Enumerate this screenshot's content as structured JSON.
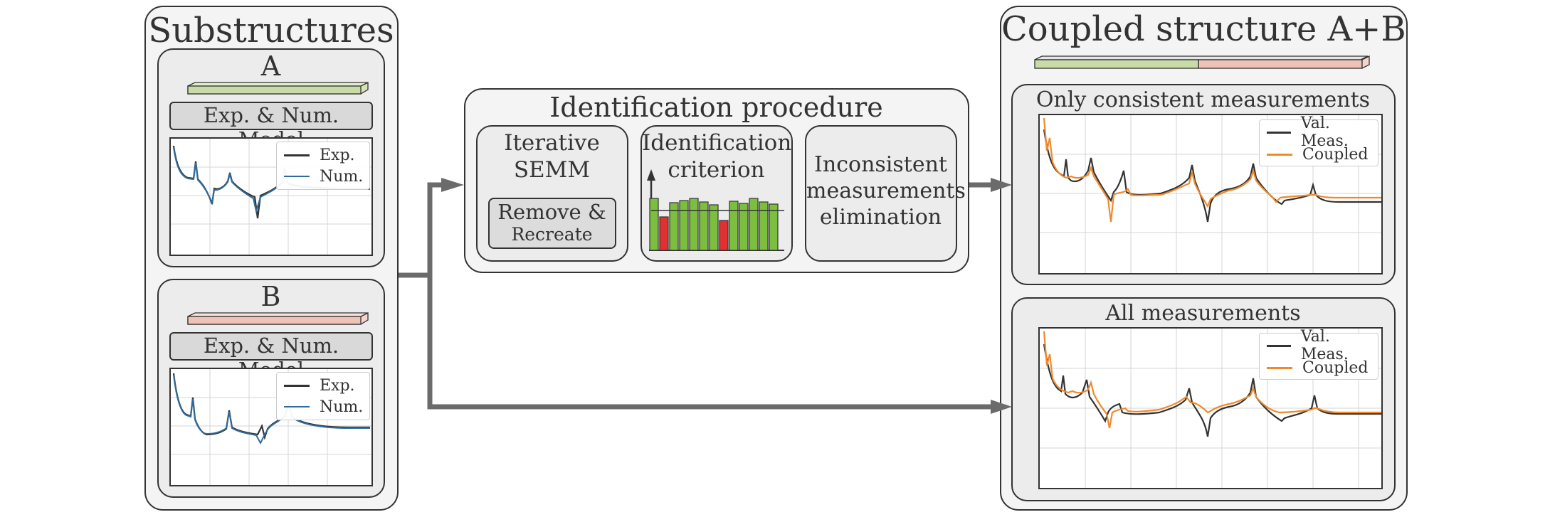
{
  "substructures": {
    "title": "Substructures",
    "a": {
      "label": "A",
      "model_label": "Exp. & Num. Model",
      "legend": [
        "Exp.",
        "Num."
      ]
    },
    "b": {
      "label": "B",
      "model_label": "Exp. & Num. Model",
      "legend": [
        "Exp.",
        "Num."
      ]
    }
  },
  "identification": {
    "title": "Identification procedure",
    "semm": {
      "line1": "Iterative",
      "line2": "SEMM",
      "button_line1": "Remove &",
      "button_line2": "Recreate"
    },
    "criterion": {
      "line1": "Identification",
      "line2": "criterion"
    },
    "elimination": {
      "line1": "Inconsistent",
      "line2": "measurements",
      "line3": "elimination"
    }
  },
  "coupled": {
    "title": "Coupled structure A+B",
    "consistent": {
      "title": "Only consistent measurements",
      "legend": [
        "Val. Meas.",
        "Coupled"
      ]
    },
    "all": {
      "title": "All measurements",
      "legend": [
        "Val. Meas.",
        "Coupled"
      ]
    }
  },
  "colors": {
    "exp": "#333333",
    "num": "#2e6c9c",
    "coupled": "#f08a2c",
    "bar_green": "#7cbf3f",
    "bar_red": "#e03030",
    "beam_green": "#c9dba6",
    "beam_red": "#efc2b6",
    "arrow": "#6b6b6b"
  }
}
